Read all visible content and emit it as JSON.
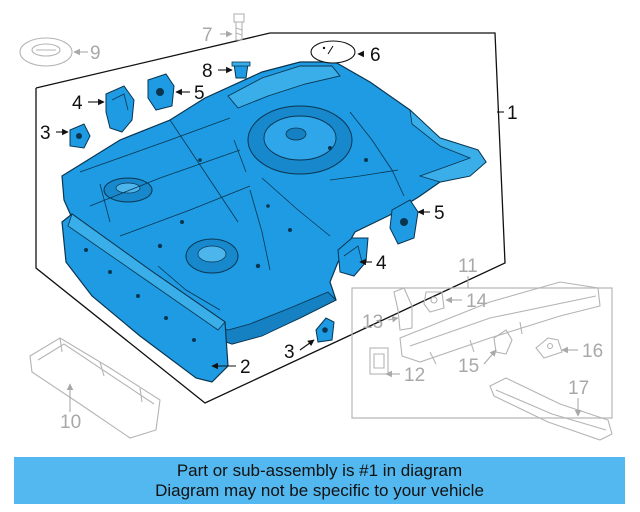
{
  "callouts": {
    "c1": "1",
    "c2": "2",
    "c3a": "3",
    "c3b": "3",
    "c4a": "4",
    "c4b": "4",
    "c5a": "5",
    "c5b": "5",
    "c6": "6",
    "c7": "7",
    "c8": "8",
    "c9": "9",
    "c10": "10",
    "c11": "11",
    "c12": "12",
    "c13": "13",
    "c14": "14",
    "c15": "15",
    "c16": "16",
    "c17": "17"
  },
  "banner": {
    "line1": "Part or sub-assembly is #1 in diagram",
    "line2": "Diagram may not be specific to your vehicle"
  },
  "colors": {
    "highlight_part": "#1e9be2",
    "part_outline": "#0a3550",
    "ghost_part": "#b4b4b4",
    "banner": "#52b8ef"
  }
}
